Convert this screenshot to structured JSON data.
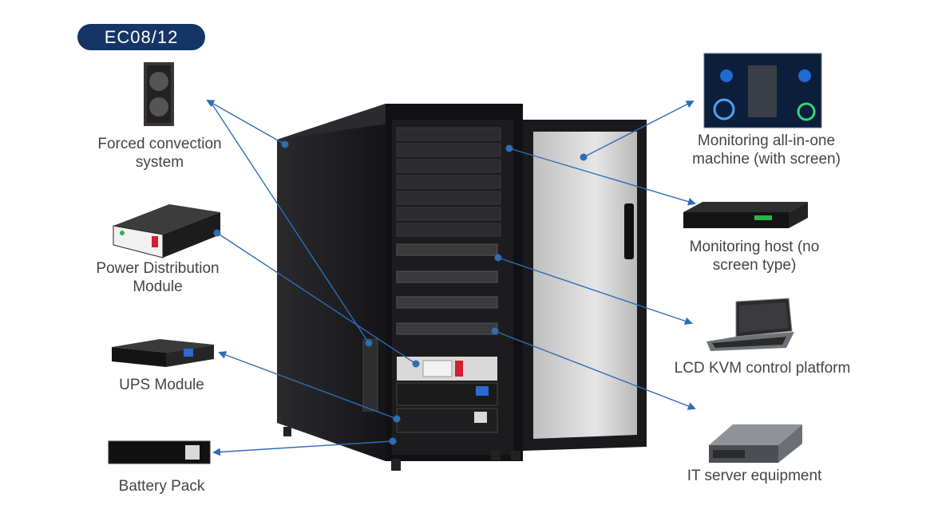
{
  "badge": "EC08/12",
  "labels": {
    "forced_convection": [
      "Forced convection",
      "system"
    ],
    "power_distribution": [
      "Power Distribution",
      "Module"
    ],
    "ups": "UPS Module",
    "battery": "Battery Pack",
    "monitoring_all_in_one": [
      "Monitoring all-in-one",
      "machine (with screen)"
    ],
    "monitoring_host": [
      "Monitoring host (no",
      "screen type)"
    ],
    "lcd_kvm": "LCD KVM control platform",
    "it_server": "IT server equipment"
  },
  "colors": {
    "badge_bg": "#143566",
    "arrow": "#2f6db5",
    "cabinet": "#1d1d1f",
    "label_text": "#444444"
  }
}
